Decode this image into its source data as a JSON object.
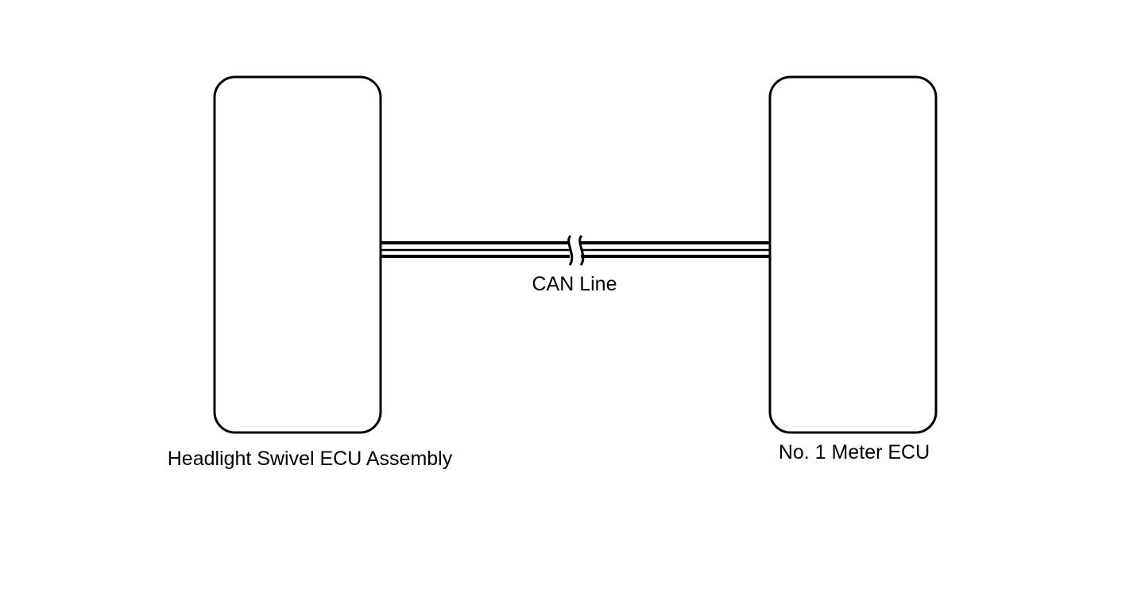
{
  "diagram": {
    "components": {
      "left": {
        "label": "Headlight Swivel ECU Assembly"
      },
      "right": {
        "label": "No. 1 Meter ECU"
      }
    },
    "connection": {
      "label": "CAN Line"
    }
  },
  "colors": {
    "stroke": "#000000",
    "background": "#ffffff"
  }
}
